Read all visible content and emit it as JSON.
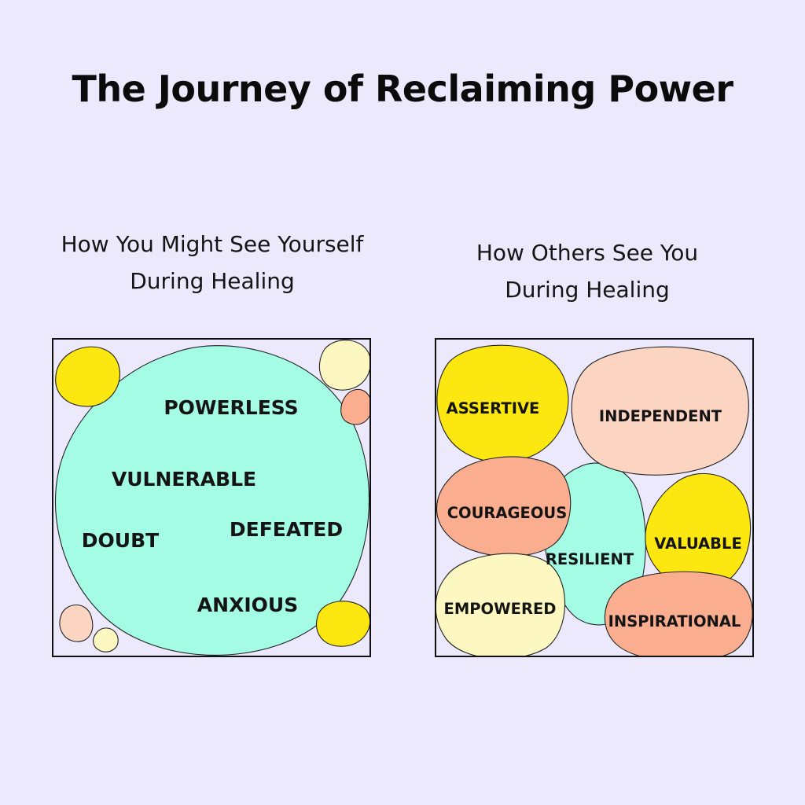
{
  "title": "The Journey of Reclaiming Power",
  "left_panel": {
    "heading_lines": [
      "How You Might See Yourself",
      "During Healing"
    ],
    "words": [
      "POWERLESS",
      "VULNERABLE",
      "DOUBT",
      "DEFEATED",
      "ANXIOUS"
    ]
  },
  "right_panel": {
    "heading_lines": [
      "How Others See You",
      "During Healing"
    ],
    "words": [
      "ASSERTIVE",
      "INDEPENDENT",
      "COURAGEOUS",
      "RESILIENT",
      "VALUABLE",
      "EMPOWERED",
      "INSPIRATIONAL"
    ]
  },
  "colors": {
    "background": "#ede9fc",
    "mint": "#a3fce3",
    "yellow": "#fce810",
    "cream": "#fdf8c2",
    "peach": "#fcd4c2",
    "salmon": "#faae8f",
    "outline": "#111111"
  }
}
